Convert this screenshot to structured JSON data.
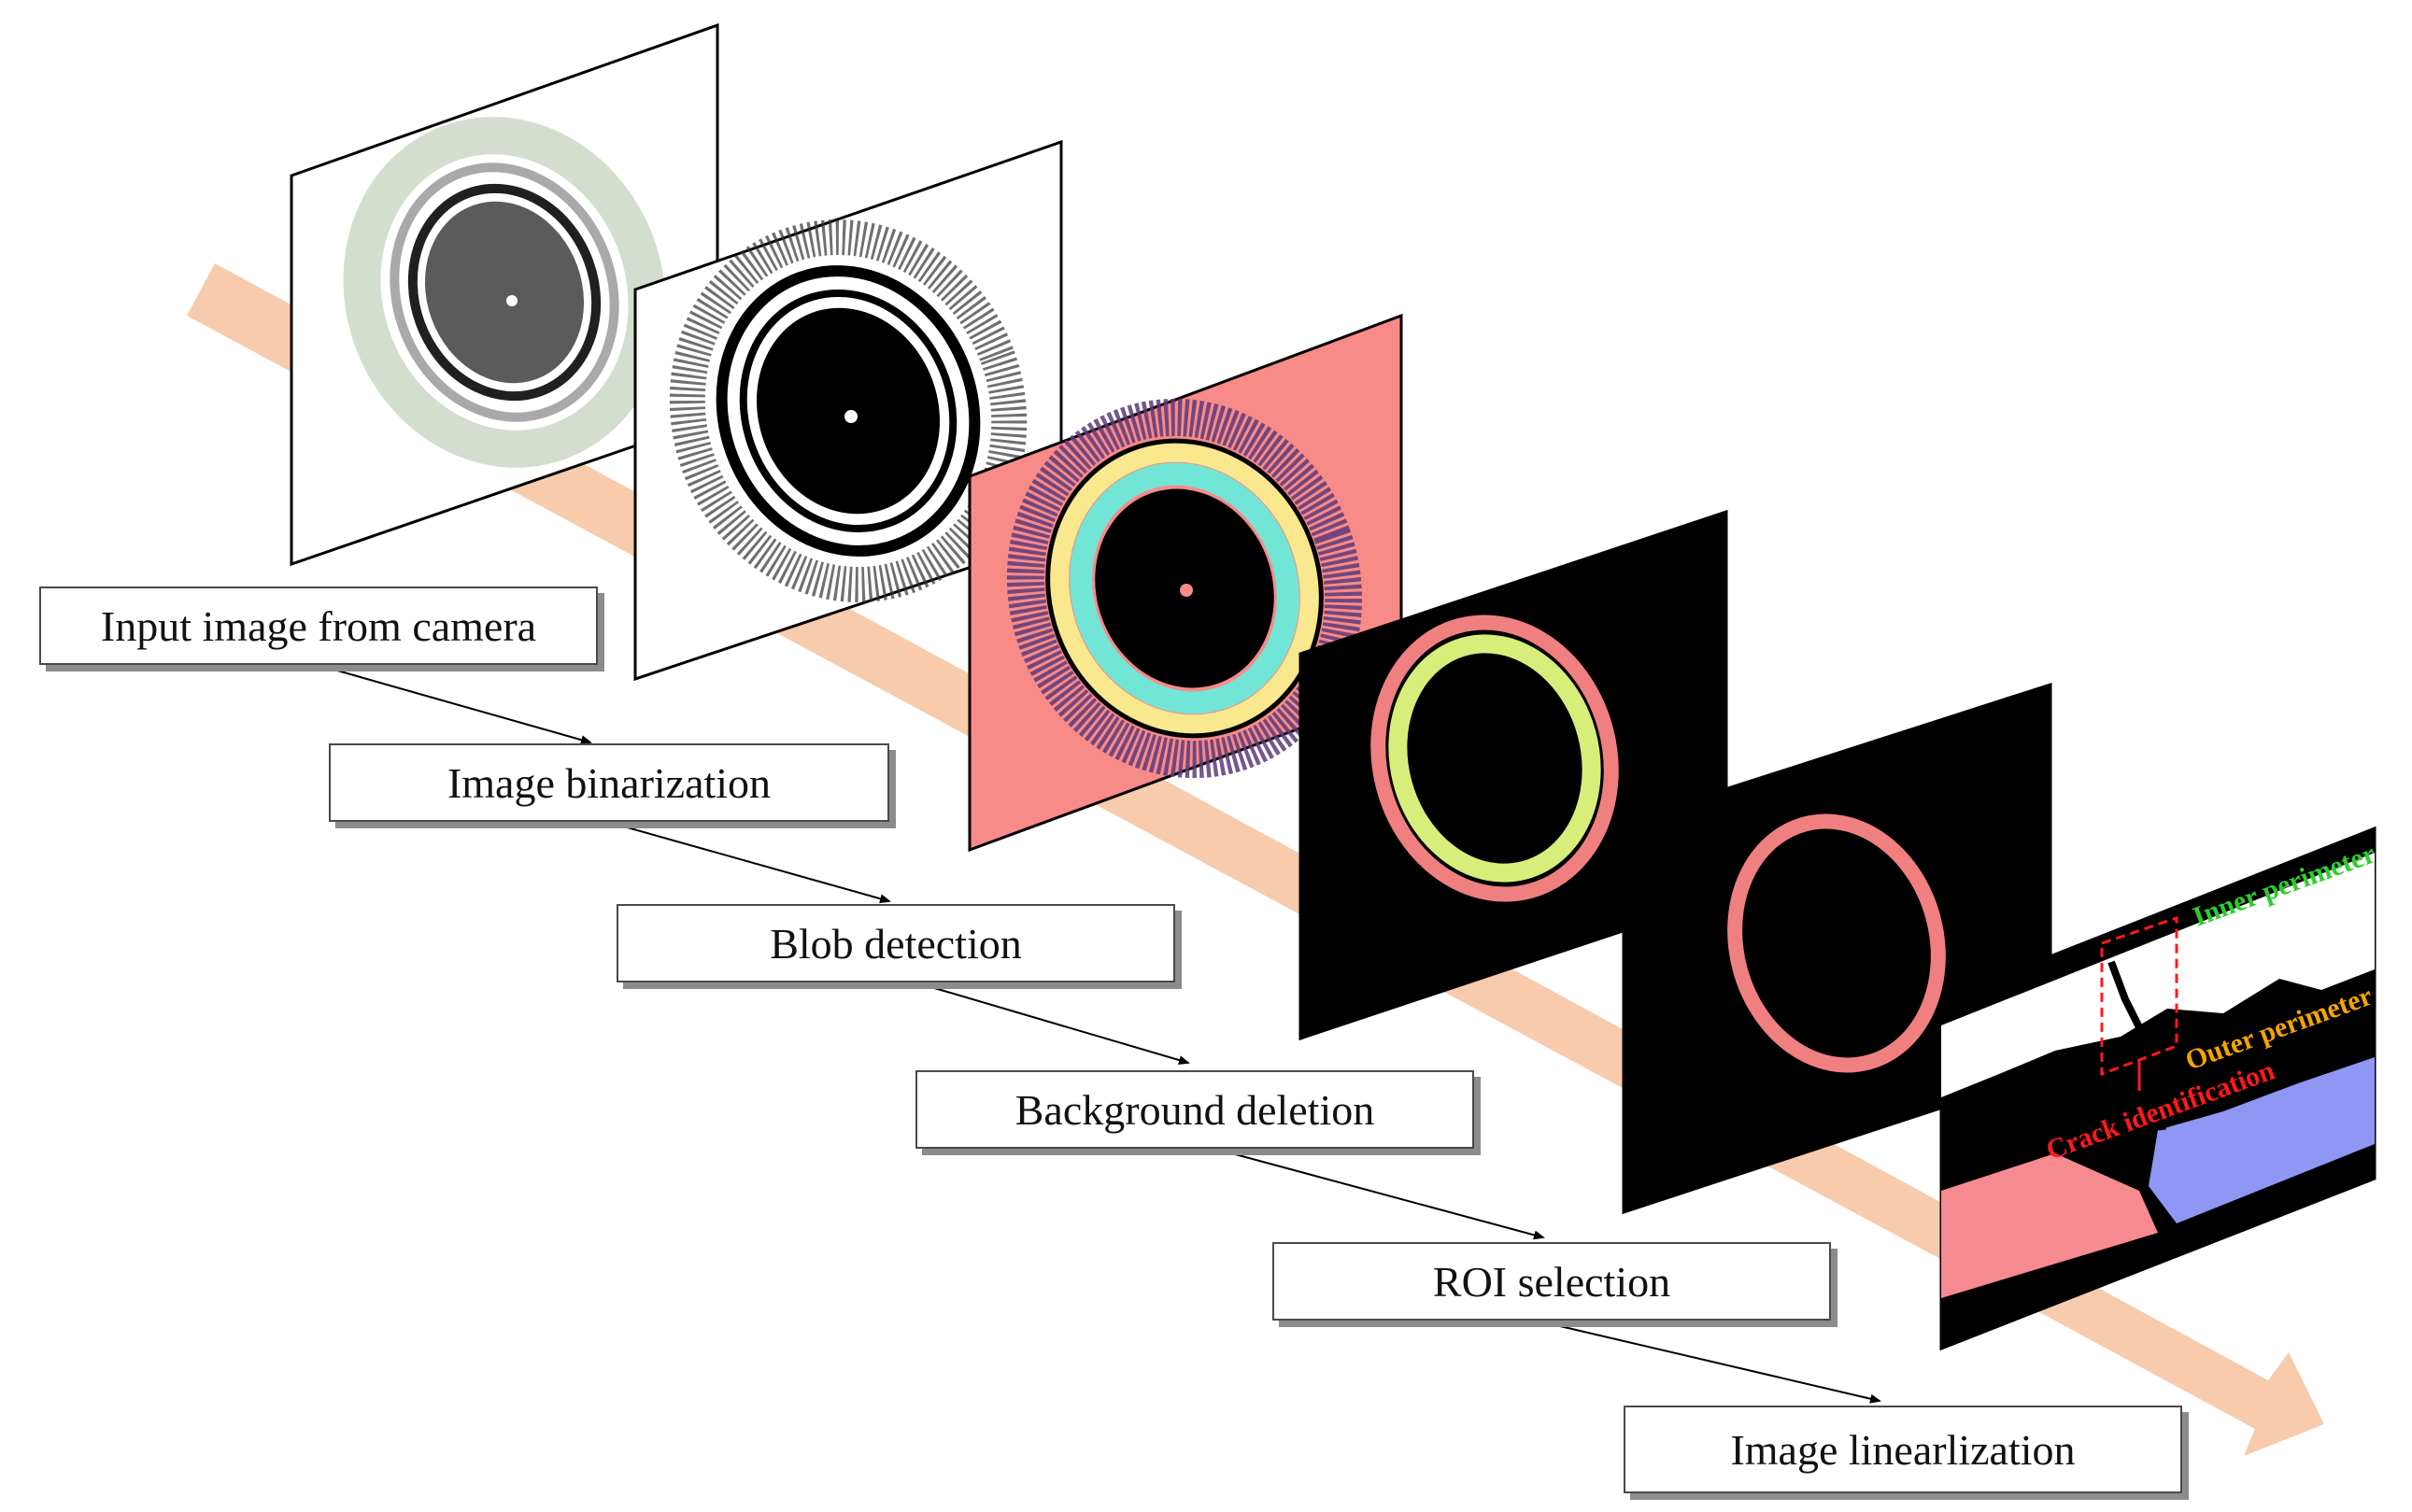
{
  "colors": {
    "flow_arrow": "#f6c5a2",
    "background_deletion_panel": "#f88a88",
    "pink_ring": "#f08080",
    "yellow_ring": "#fae88f",
    "cyan_ring": "#72e6d6",
    "lime_ring": "#d8ee7a",
    "salmon_region": "#f58a90",
    "blue_region": "#8f96f4",
    "inner_perimeter": "#2ecc2e",
    "outer_perimeter": "#f5a500",
    "crack": "#ff1a1a"
  },
  "steps": [
    {
      "label": "Input image from camera"
    },
    {
      "label": "Image binarization"
    },
    {
      "label": "Blob detection"
    },
    {
      "label": "Background deletion"
    },
    {
      "label": "ROI selection"
    },
    {
      "label": "Image linearlization"
    }
  ],
  "annotations": {
    "inner_perimeter": "Inner perimeter",
    "outer_perimeter": "Outer perimeter",
    "crack_identification": "Crack identification"
  }
}
